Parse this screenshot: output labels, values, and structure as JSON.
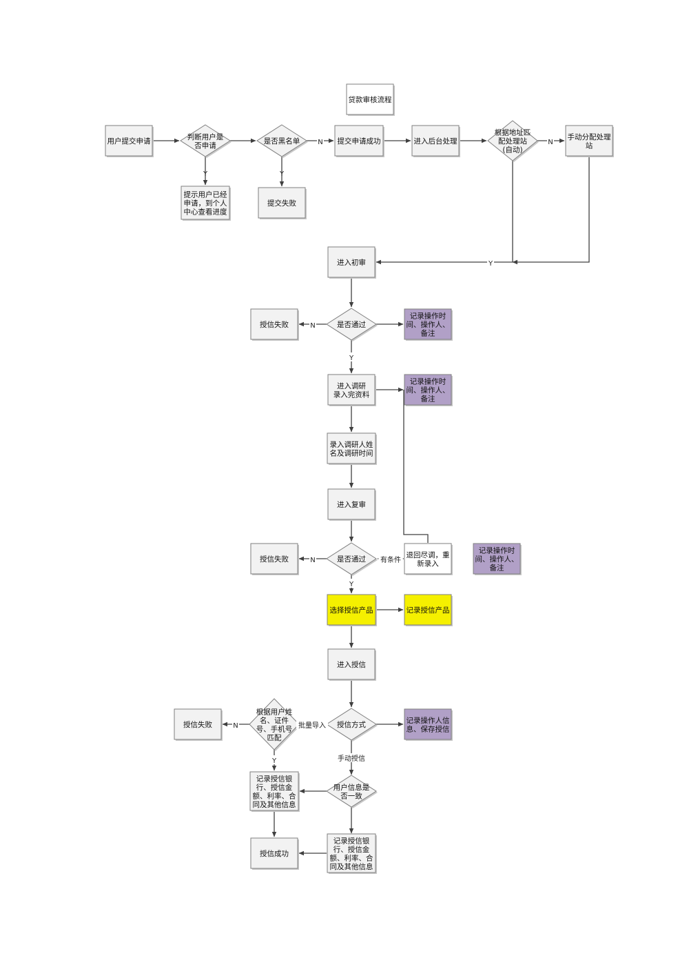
{
  "title": "贷款审核流程",
  "nodes": {
    "submit": [
      "用户提交申请"
    ],
    "judge_applied": [
      "判断用户是",
      "否申请"
    ],
    "tip_applied": [
      "提示用户已经",
      "申请，到个人",
      "中心查看进度"
    ],
    "blacklist": [
      "是否黑名单"
    ],
    "submit_fail": [
      "提交失败"
    ],
    "submit_ok": [
      "提交申请成功"
    ],
    "backend": [
      "进入后台处理"
    ],
    "match_station": [
      "根据地址匹",
      "配处理站",
      "(自动)"
    ],
    "manual_station": [
      "手动分配处理",
      "站"
    ],
    "first_review": [
      "进入初审"
    ],
    "pass1": [
      "是否通过"
    ],
    "fail1": [
      "授信失败"
    ],
    "log1": [
      "记录操作时",
      "间、操作人、",
      "备注"
    ],
    "survey": [
      "进入调研",
      "录入完资料"
    ],
    "log2": [
      "记录操作时",
      "间、操作人、",
      "备注"
    ],
    "survey_person": [
      "录入调研人姓",
      "名及调研时间"
    ],
    "second_review": [
      "进入复审"
    ],
    "pass2": [
      "是否通过"
    ],
    "fail2": [
      "授信失败"
    ],
    "return_survey": [
      "退回尽调，重",
      "新录入"
    ],
    "log3": [
      "记录操作时",
      "间、操作人、",
      "备注"
    ],
    "choose_product": [
      "选择授信产品"
    ],
    "log_product": [
      "记录授信产品"
    ],
    "credit": [
      "进入授信"
    ],
    "credit_mode": [
      "授信方式"
    ],
    "log_operator": [
      "记录操作人信",
      "息、保存授信"
    ],
    "match_user": [
      "根据用户姓",
      "名、证件",
      "号、手机号",
      "匹配"
    ],
    "fail3": [
      "授信失败"
    ],
    "record_left": [
      "记录授信银",
      "行、授信金",
      "额、利率、合",
      "同及其他信息"
    ],
    "success": [
      "授信成功"
    ],
    "consistent": [
      "用户信息是",
      "否一致"
    ],
    "record_right": [
      "记录授信银",
      "行、授信金",
      "额、利率、合",
      "同及其他信息"
    ]
  },
  "edge_labels": {
    "judge_y": "Y",
    "black_y": "Y",
    "black_n": "N",
    "match_n": "N",
    "station_y": "Y",
    "pass1_n": "N",
    "pass1_y": "Y",
    "pass2_n": "N",
    "pass2_cond": "有条件",
    "pass2_y": "Y",
    "batch": "批量导入",
    "manual": "手动授信",
    "match_user_n": "N",
    "match_user_y": "Y"
  },
  "colors": {
    "node_fill": "#f2f2f2",
    "log_fill": "#b1a0c7",
    "product_fill": "#f5f000",
    "stroke": "#7f7f7f",
    "line": "#404040"
  }
}
